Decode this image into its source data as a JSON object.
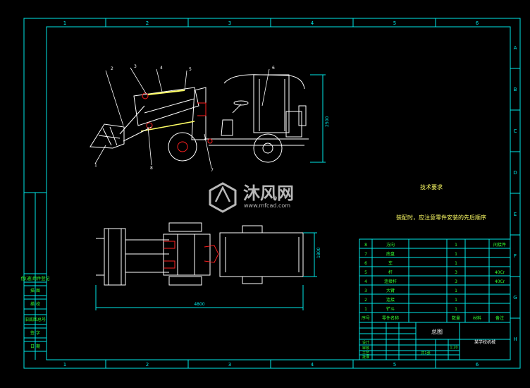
{
  "colors": {
    "background": "#000000",
    "frame": "#00e8e8",
    "drawing": "#ffffff",
    "accent": "#ff2020",
    "yellow": "#ffff66",
    "green": "#33ff33",
    "watermark": "#b8b8b8"
  },
  "frame": {
    "top_zones": [
      "1",
      "2",
      "3",
      "4",
      "5",
      "6"
    ],
    "bottom_zones": [
      "1",
      "2",
      "3",
      "4",
      "5",
      "6"
    ],
    "right_zones": [
      "A",
      "B",
      "C",
      "D",
      "E",
      "F",
      "G",
      "H"
    ]
  },
  "side_view": {
    "leaders": [
      "2",
      "3",
      "4",
      "5",
      "6",
      "1",
      "8",
      "7"
    ],
    "height_dim": "2500"
  },
  "top_view": {
    "width_dim": "1800",
    "length_dim": "4800"
  },
  "watermark": {
    "brand": "沐风网",
    "url": "www.mfcad.com"
  },
  "tech_req": {
    "title": "技术要求",
    "text": "装配时，应注意零件安装的先后顺序"
  },
  "bom": {
    "rows": [
      {
        "no": "8",
        "name": "方向",
        "qty": "1",
        "note": "间接件"
      },
      {
        "no": "7",
        "name": "底盘",
        "qty": "1",
        "note": ""
      },
      {
        "no": "6",
        "name": "车",
        "qty": "1",
        "note": ""
      },
      {
        "no": "5",
        "name": "杆",
        "qty": "3",
        "note": "40Cr"
      },
      {
        "no": "4",
        "name": "连接杆",
        "qty": "3",
        "note": "40Cr"
      },
      {
        "no": "3",
        "name": "大臂",
        "qty": "1",
        "note": ""
      },
      {
        "no": "2",
        "name": "连接",
        "qty": "1",
        "note": ""
      },
      {
        "no": "1",
        "name": "铲斗",
        "qty": "1",
        "note": ""
      }
    ],
    "header": {
      "no": "序号",
      "name": "零件名称",
      "qty": "数量",
      "mat": "材料",
      "note": "备注"
    }
  },
  "title_block": {
    "drawing_name": "总图",
    "company": "某学校机械",
    "scale": "1:20",
    "sheet": "共1张",
    "row_labels": [
      "设计",
      "审核",
      "工艺",
      "批准"
    ]
  },
  "left_strip": {
    "labels": [
      "借(通)用件登记",
      "描 图",
      "描 校",
      "旧底图总号",
      "签 字",
      "日 期"
    ]
  }
}
